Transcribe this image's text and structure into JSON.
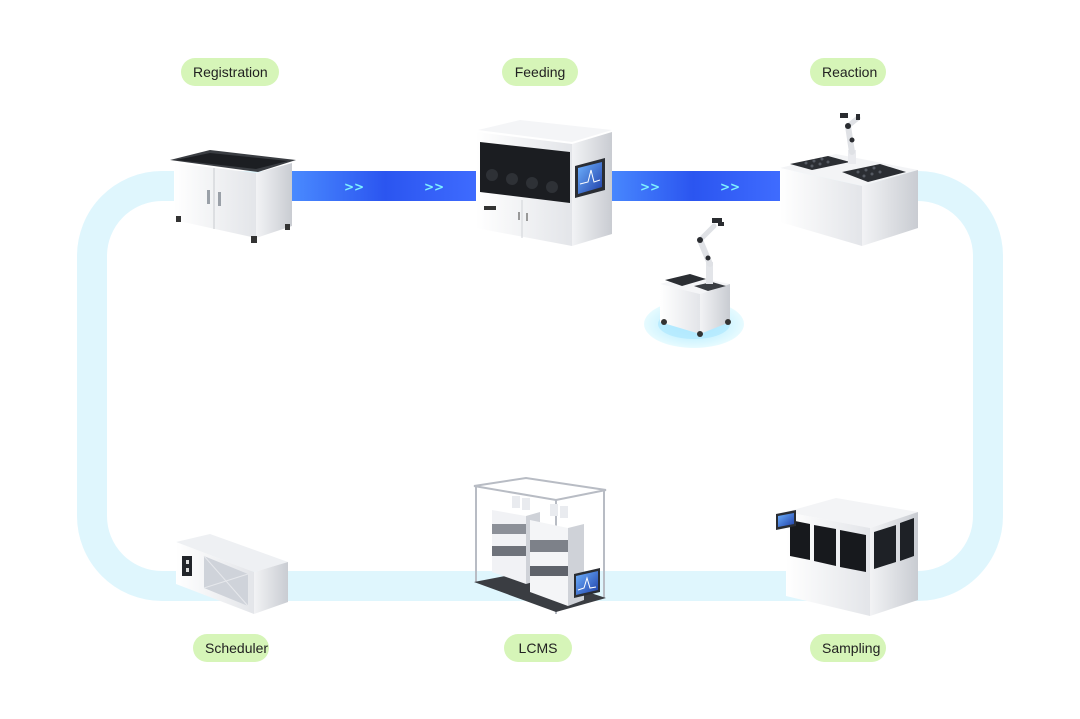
{
  "stations": {
    "registration": "Registration",
    "feeding": "Feeding",
    "reaction": "Reaction",
    "scheduler": "Scheduler",
    "lcms": "LCMS",
    "sampling": "Sampling"
  },
  "flow_arrows": {
    "segment_1": [
      ">>",
      ">>"
    ],
    "segment_2": [
      ">>",
      ">>"
    ]
  },
  "colors": {
    "label_bg": "#d6f5b8",
    "loop_track": "#dff6fd",
    "flow_blue": "#2f5ff5",
    "arrow_cyan": "#7ff3ff"
  }
}
